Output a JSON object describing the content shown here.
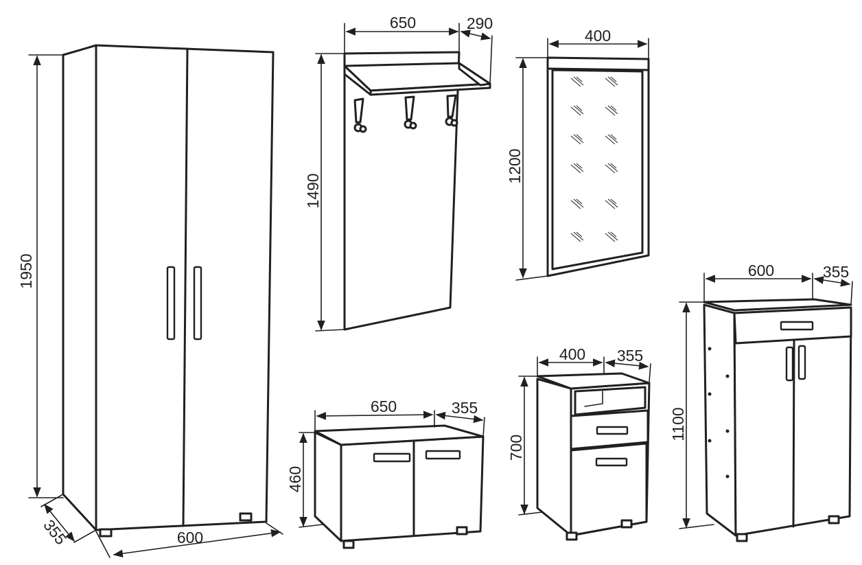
{
  "wardrobe": {
    "height": "1950",
    "width": "600",
    "depth": "355"
  },
  "coat_rack": {
    "height": "1490",
    "width": "650",
    "depth": "290"
  },
  "mirror": {
    "height": "1200",
    "width": "400"
  },
  "bench": {
    "height": "460",
    "width": "650",
    "depth": "355"
  },
  "nightstand": {
    "height": "700",
    "width": "400",
    "depth": "355"
  },
  "shoe_cabinet": {
    "height": "1100",
    "width": "600",
    "depth": "355"
  },
  "colors": {
    "line": "#231f20",
    "background": "#ffffff"
  }
}
